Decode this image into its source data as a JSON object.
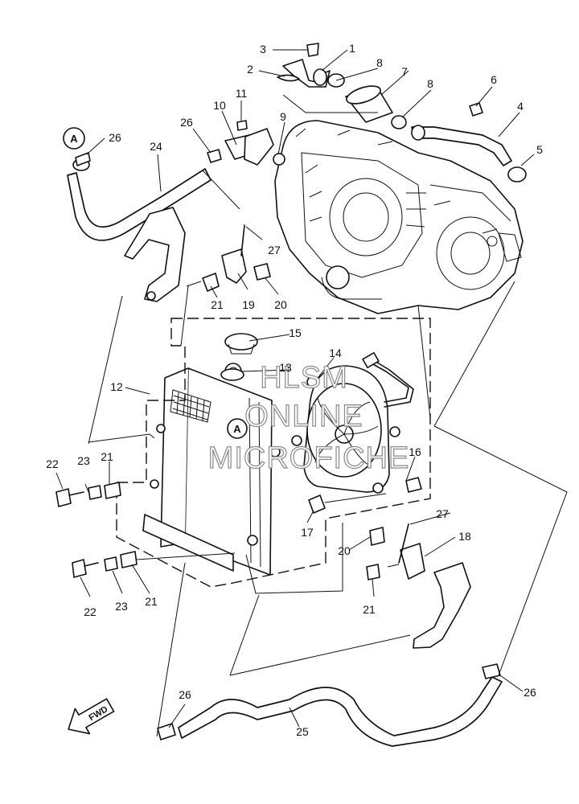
{
  "diagram": {
    "callouts": [
      "1",
      "2",
      "3",
      "4",
      "5",
      "6",
      "7",
      "8",
      "8",
      "9",
      "10",
      "11",
      "12",
      "13",
      "14",
      "15",
      "16",
      "17",
      "18",
      "19",
      "20",
      "20",
      "21",
      "21",
      "21",
      "21",
      "22",
      "22",
      "23",
      "23",
      "24",
      "25",
      "26",
      "26",
      "26",
      "26",
      "27",
      "27"
    ],
    "reference_marks": [
      "A",
      "A"
    ],
    "direction_label": "FWD",
    "watermark": [
      "HLSM",
      "ONLINE",
      "MICROFICHE"
    ]
  }
}
